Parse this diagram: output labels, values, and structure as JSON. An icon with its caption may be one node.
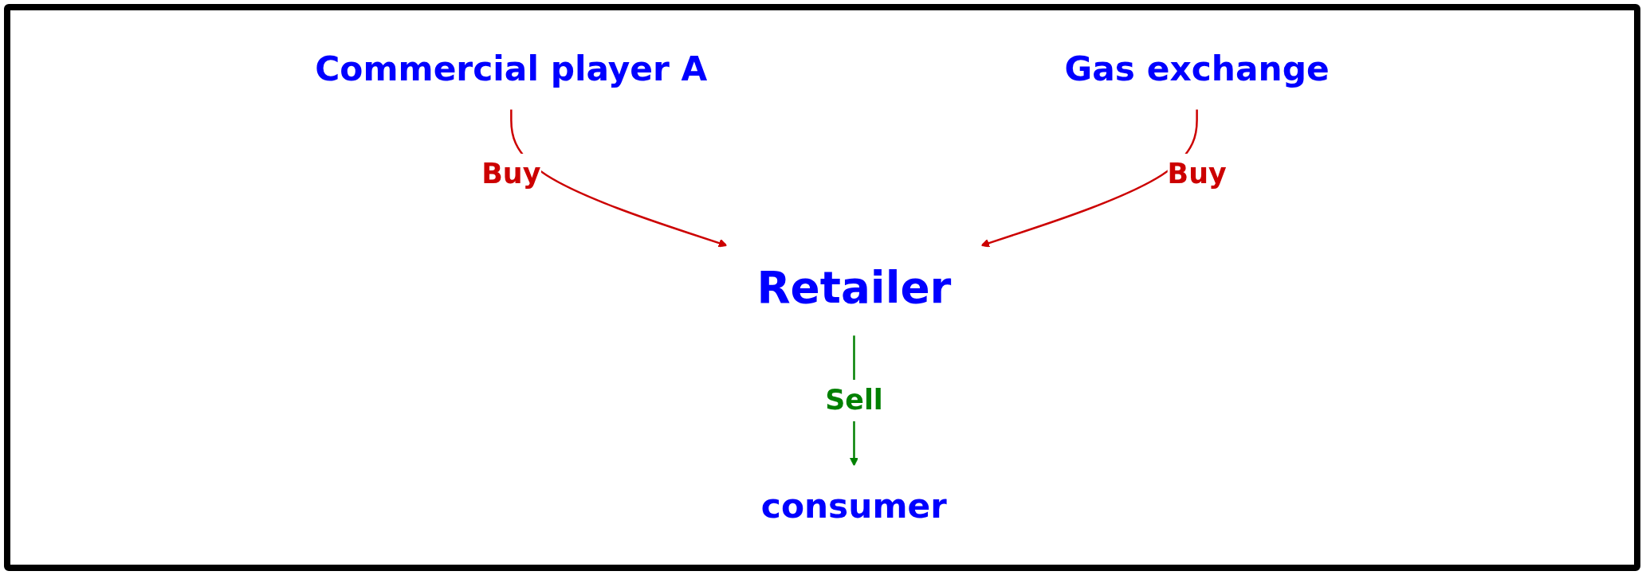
{
  "diagram": {
    "nodes": [
      {
        "text": [
          "Commercial player A"
        ]
      },
      {
        "text": [
          "Gas exchange"
        ]
      },
      {
        "text": [
          "Retailer"
        ]
      },
      {
        "text": [
          "consumer"
        ]
      }
    ],
    "edges": [
      {
        "from": 0,
        "to": 2,
        "arrow": "to",
        "label": "Buy",
        "color": "#cc0000"
      },
      {
        "from": 1,
        "to": 2,
        "arrow": "to",
        "label": "Buy",
        "color": "#cc0000"
      },
      {
        "from": 2,
        "to": 3,
        "arrow": "to",
        "label": "Sell",
        "color": "#008000"
      }
    ]
  }
}
